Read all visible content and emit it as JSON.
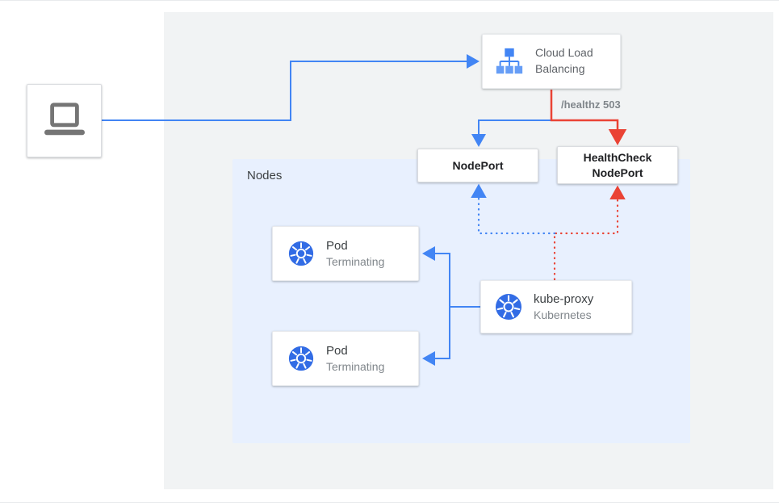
{
  "diagram": {
    "nodes_label": "Nodes",
    "healthz_label": "/healthz 503",
    "cloud_load_balancing": {
      "label": "Cloud Load Balancing"
    },
    "nodeport": {
      "label": "NodePort"
    },
    "healthcheck_nodeport": {
      "label": "HealthCheck NodePort"
    },
    "pods": [
      {
        "title": "Pod",
        "subtitle": "Terminating"
      },
      {
        "title": "Pod",
        "subtitle": "Terminating"
      }
    ],
    "kube_proxy": {
      "title": "kube-proxy",
      "subtitle": "Kubernetes"
    },
    "colors": {
      "flow_blue": "#4285f4",
      "health_red": "#ea4335",
      "kubernetes_blue": "#326ce5",
      "laptop_gray": "#757575",
      "background_panel": "#f1f3f4",
      "nodes_panel": "#e8f0fe"
    }
  }
}
